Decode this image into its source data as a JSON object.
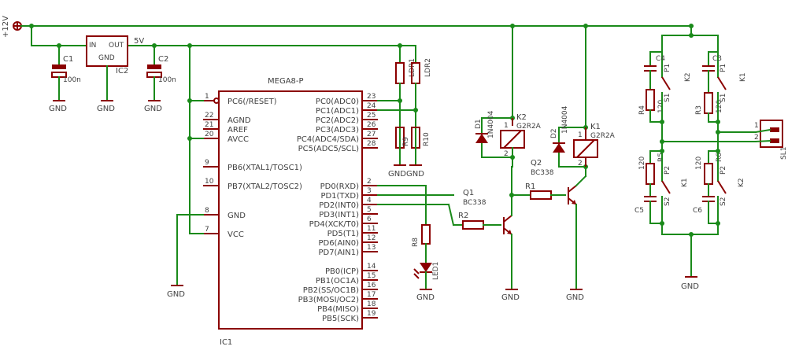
{
  "supply": {
    "v12": "+12V",
    "v5": "5V"
  },
  "ic2": {
    "name": "IC2",
    "in": "IN",
    "out": "OUT",
    "gnd": "GND"
  },
  "c1": {
    "name": "C1",
    "value": "100n"
  },
  "c2": {
    "name": "C2",
    "value": "100n"
  },
  "gnd": "GND",
  "mcu": {
    "part": "MEGA8-P",
    "name": "IC1",
    "left_pins": [
      {
        "num": "1",
        "label": "PC6(/RESET)"
      },
      {
        "num": "22",
        "label": "AGND"
      },
      {
        "num": "21",
        "label": "AREF"
      },
      {
        "num": "20",
        "label": "AVCC"
      },
      {
        "num": "9",
        "label": "PB6(XTAL1/TOSC1)"
      },
      {
        "num": "10",
        "label": "PB7(XTAL2/TOSC2)"
      },
      {
        "num": "8",
        "label": "GND"
      },
      {
        "num": "7",
        "label": "VCC"
      }
    ],
    "right_pins": [
      {
        "num": "23",
        "label": "PC0(ADC0)"
      },
      {
        "num": "24",
        "label": "PC1(ADC1)"
      },
      {
        "num": "25",
        "label": "PC2(ADC2)"
      },
      {
        "num": "26",
        "label": "PC3(ADC3)"
      },
      {
        "num": "27",
        "label": "PC4(ADC4/SDA)"
      },
      {
        "num": "28",
        "label": "PC5(ADC5/SCL)"
      },
      {
        "num": "2",
        "label": "PD0(RXD)"
      },
      {
        "num": "3",
        "label": "PD1(TXD)"
      },
      {
        "num": "4",
        "label": "PD2(INT0)"
      },
      {
        "num": "5",
        "label": "PD3(INT1)"
      },
      {
        "num": "6",
        "label": "PD4(XCK/T0)"
      },
      {
        "num": "11",
        "label": "PD5(T1)"
      },
      {
        "num": "12",
        "label": "PD6(AIN0)"
      },
      {
        "num": "13",
        "label": "PD7(AIN1)"
      },
      {
        "num": "14",
        "label": "PB0(ICP)"
      },
      {
        "num": "15",
        "label": "PB1(OC1A)"
      },
      {
        "num": "16",
        "label": "PB2(SS/OC1B)"
      },
      {
        "num": "17",
        "label": "PB3(MOSI/OC2)"
      },
      {
        "num": "18",
        "label": "PB4(MISO)"
      },
      {
        "num": "19",
        "label": "PB5(SCK)"
      }
    ]
  },
  "ldr1": "LDR1",
  "ldr2": "LDR2",
  "r9": "R9",
  "r10": "R10",
  "r8": "R8",
  "led1": "LED1",
  "d1": {
    "name": "D1",
    "part": "1N4004"
  },
  "d2": {
    "name": "D2",
    "part": "1N4004"
  },
  "k2": {
    "name": "K2",
    "part": "G2R2A"
  },
  "k1": {
    "name": "K1",
    "part": "G2R2A"
  },
  "q1": {
    "name": "Q1",
    "part": "BC338"
  },
  "q2": {
    "name": "Q2",
    "part": "BC338"
  },
  "r1": "R1",
  "r2": "R2",
  "relay_pins": {
    "p1": "1",
    "p2": "2"
  },
  "caps": {
    "c3": "C3",
    "c4": "C4",
    "c5": "C5",
    "c6": "C6"
  },
  "res120": {
    "r3": "R3",
    "r4": "R4",
    "r5": "R5",
    "r6": "R6",
    "value": "120"
  },
  "contacts": {
    "p1": "P1",
    "p2": "P2",
    "s1": "S1",
    "s2": "S2",
    "k1": "K1",
    "k2": "K2"
  },
  "sl1": {
    "name": "SL1",
    "pin1": "1",
    "pin2": "2"
  }
}
